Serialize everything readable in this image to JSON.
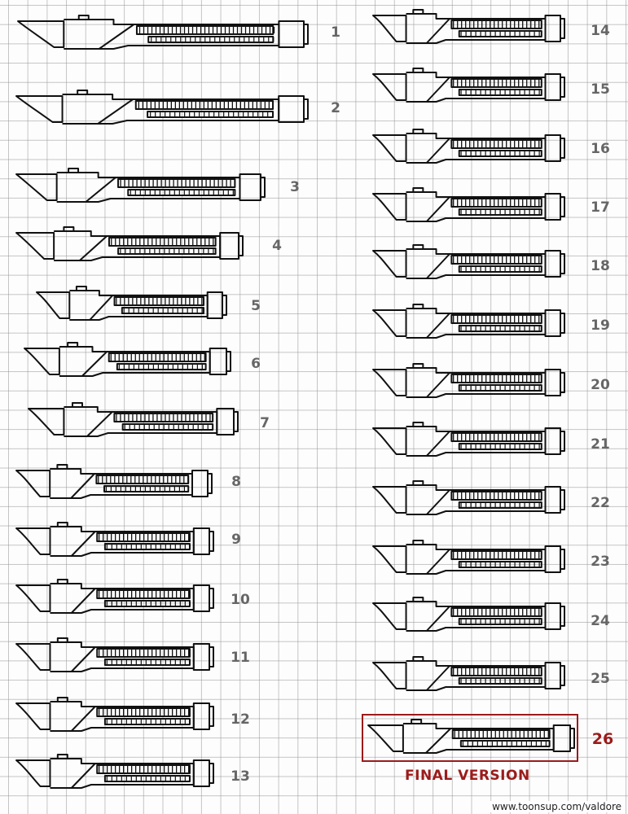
{
  "sketch_numbers": [
    "1",
    "2",
    "3",
    "4",
    "5",
    "6",
    "7",
    "8",
    "9",
    "10",
    "11",
    "12",
    "13",
    "14",
    "15",
    "16",
    "17",
    "18",
    "19",
    "20",
    "21",
    "22",
    "23",
    "24",
    "25",
    "26"
  ],
  "final_version_label": "FINAL VERSION",
  "footer_url": "www.toonsup.com/valdore",
  "colors": {
    "ink": "#111111",
    "number_gray": "#666666",
    "accent_red": "#9b1b1b",
    "grid": "#969696"
  },
  "icons": [
    "lightsaber-hilt-sketch"
  ]
}
